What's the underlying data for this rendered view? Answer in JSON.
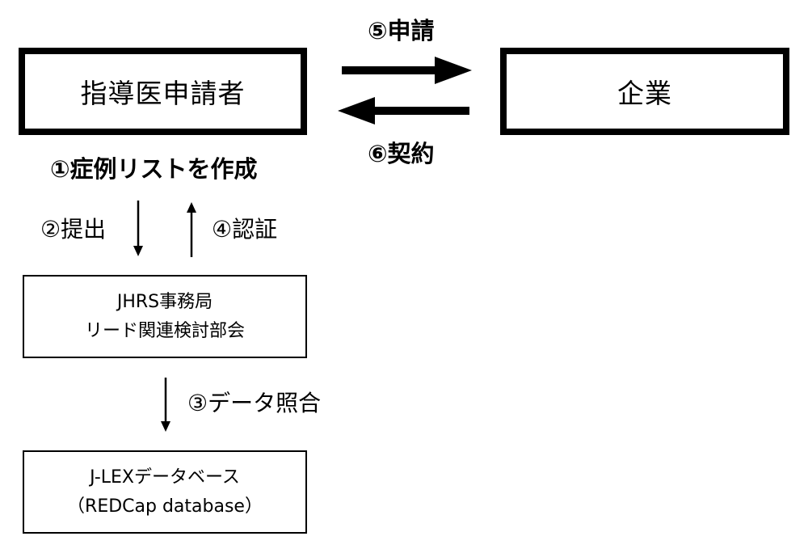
{
  "nodes": {
    "applicant": {
      "label": "指導医申請者"
    },
    "company": {
      "label": "企業"
    },
    "office": {
      "line1": "JHRS事務局",
      "line2": "リード関連検討部会"
    },
    "database": {
      "line1": "J-LEXデータベース",
      "line2": "（REDCap database）"
    }
  },
  "edges": {
    "step1": "①症例リストを作成",
    "step2": "②提出",
    "step3": "③データ照合",
    "step4": "④認証",
    "step5": "⑤申請",
    "step6": "⑥契約"
  }
}
